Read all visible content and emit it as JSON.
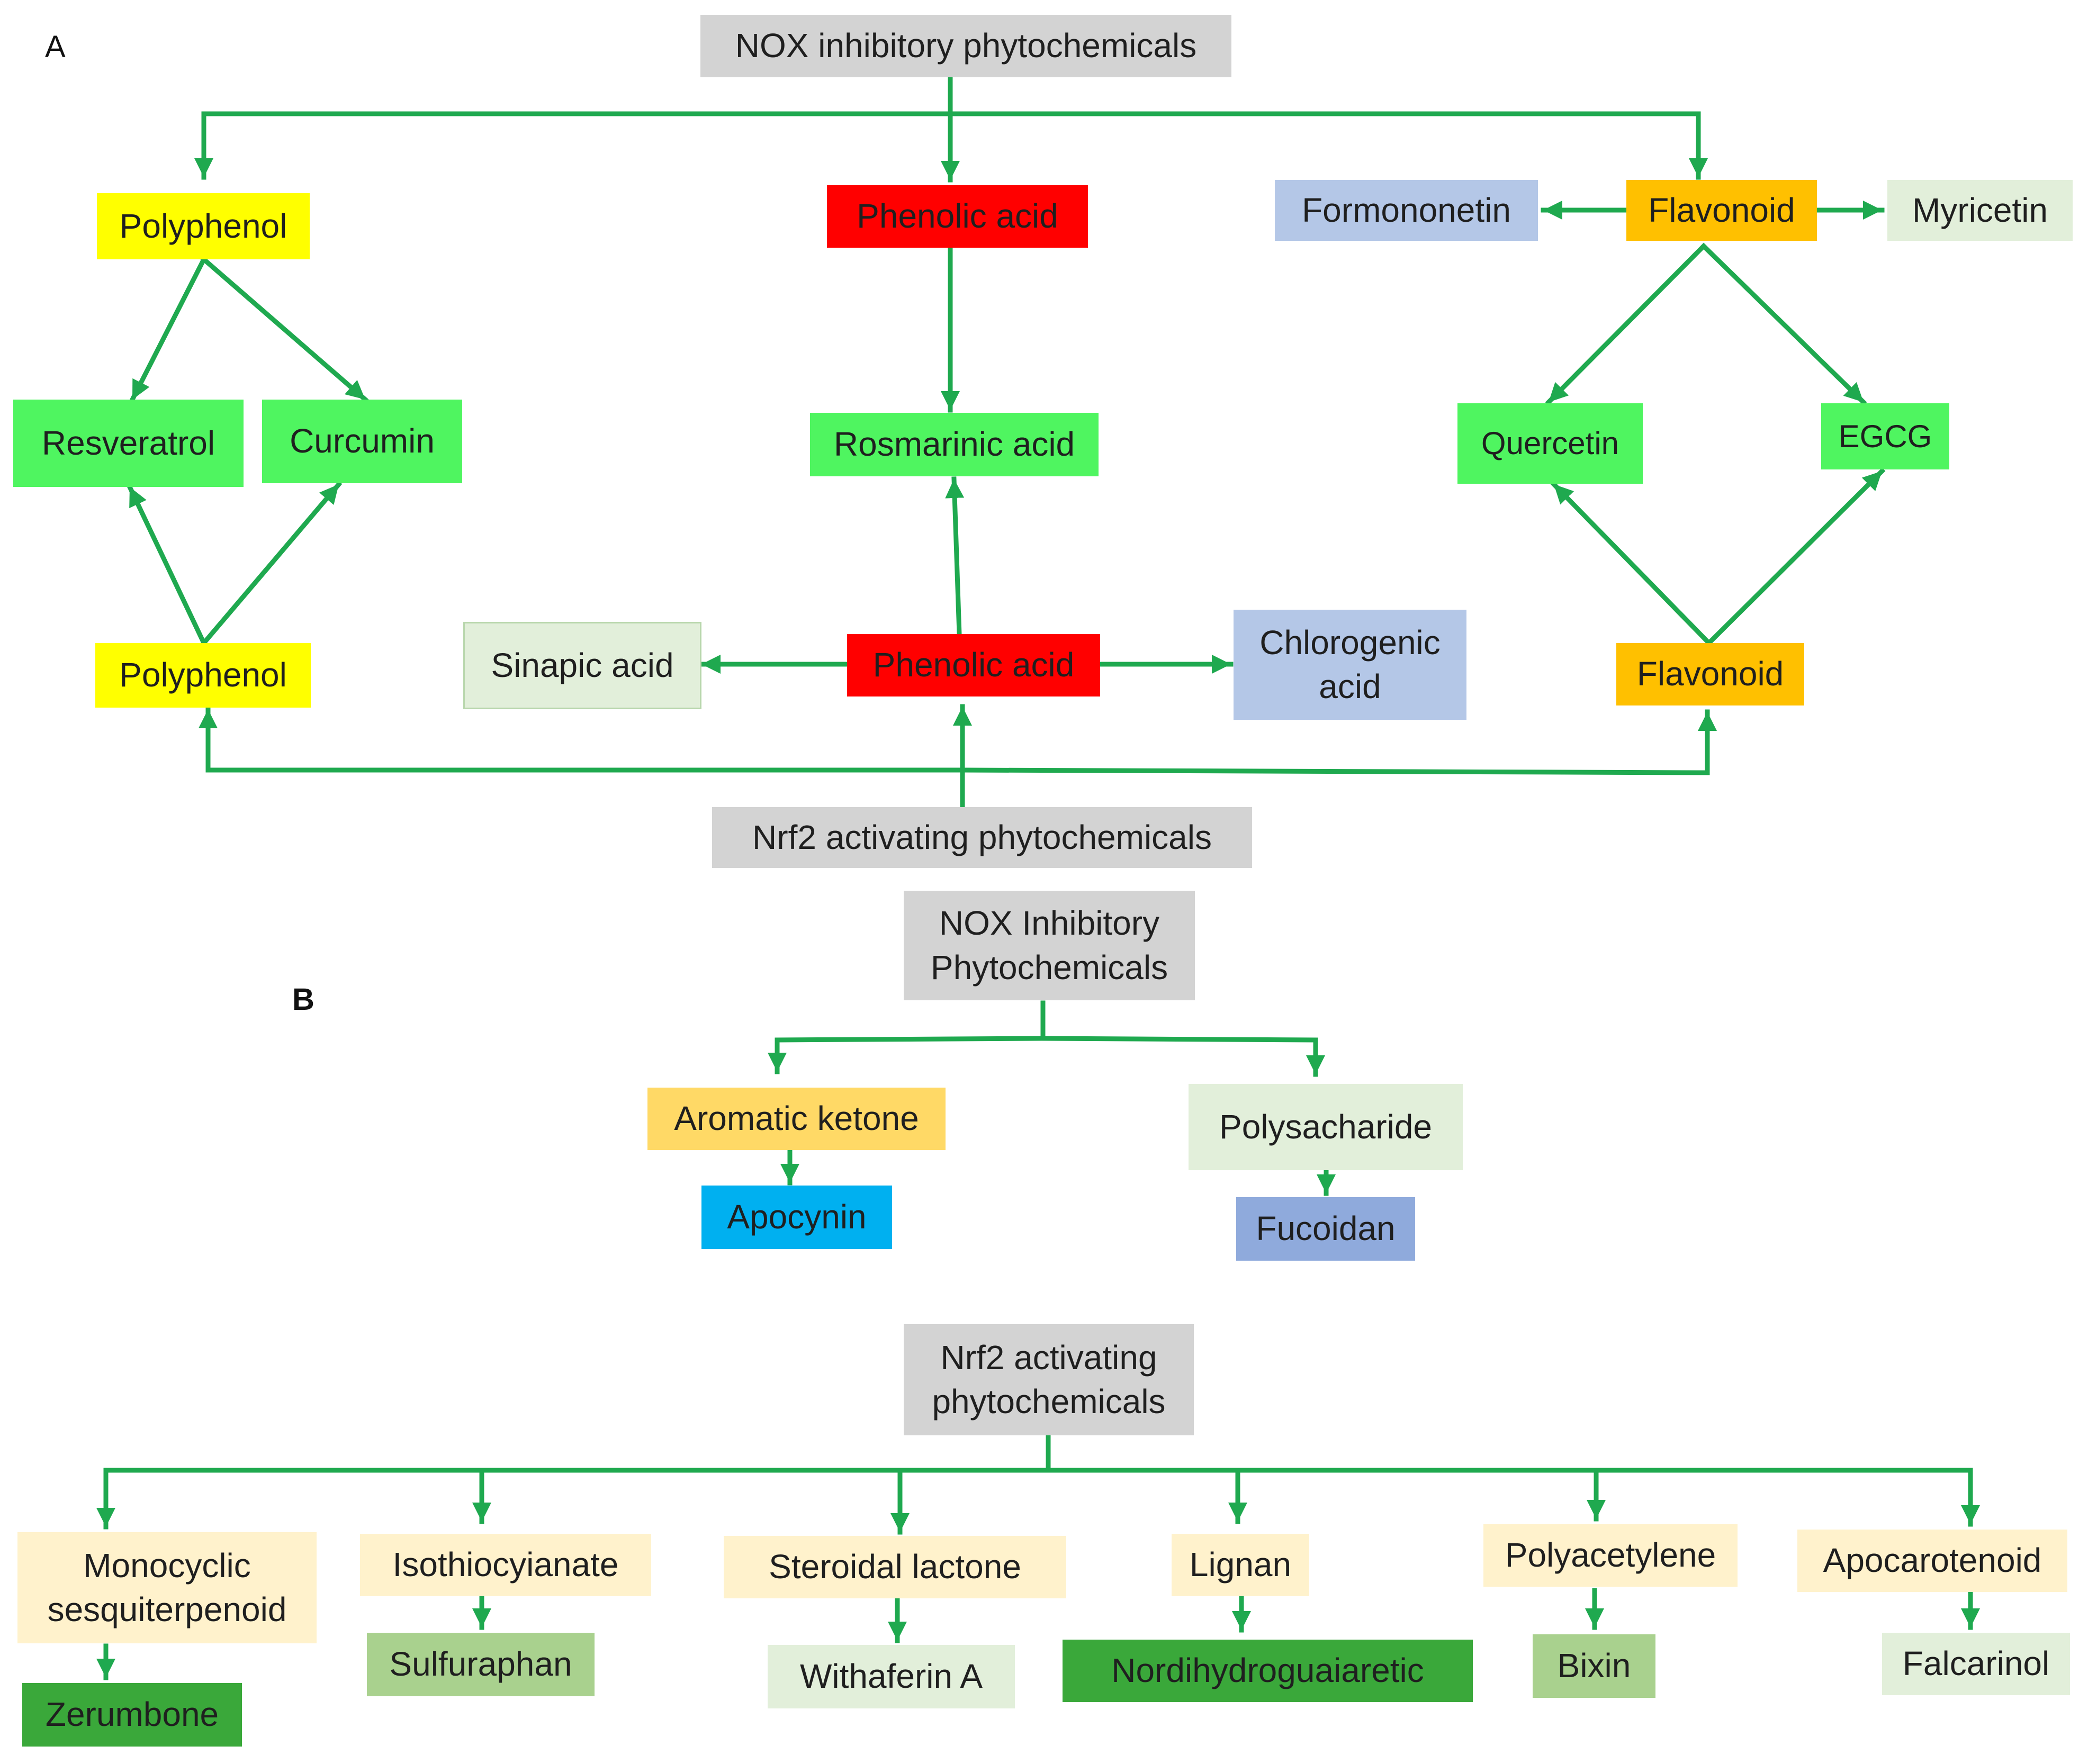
{
  "panel_labels": {
    "a": "A",
    "b": "B"
  },
  "colors": {
    "arrow": "#1fa94f",
    "gray": "#d3d3d3",
    "yellow": "#ffff00",
    "red": "#ff0000",
    "orange": "#ffc000",
    "bright_green": "#4ff560",
    "pale_green": "#e2efda",
    "light_blue": "#b4c7e7",
    "sky_blue": "#00b0f0",
    "steel_blue": "#8faadc",
    "light_orange": "#ffd966",
    "cream": "#fff2cc",
    "medium_green": "#a9d18e",
    "dark_green": "#3aa83a"
  },
  "panel_a": {
    "nox_title": "NOX inhibitory phytochemicals",
    "nrf2_title": "Nrf2 activating phytochemicals",
    "polyphenol_top": "Polyphenol",
    "phenolic_acid_top": "Phenolic acid",
    "formononetin": "Formononetin",
    "flavonoid_top": "Flavonoid",
    "myricetin": "Myricetin",
    "resveratrol": "Resveratrol",
    "curcumin": "Curcumin",
    "rosmarinic_acid": "Rosmarinic acid",
    "quercetin": "Quercetin",
    "egcg": "EGCG",
    "polyphenol_bottom": "Polyphenol",
    "sinapic_acid": "Sinapic acid",
    "phenolic_acid_bottom": "Phenolic acid",
    "chlorogenic_acid": [
      "Chlorogenic",
      "acid"
    ],
    "flavonoid_bottom": "Flavonoid"
  },
  "panel_b": {
    "nox_title": [
      "NOX Inhibitory",
      "Phytochemicals"
    ],
    "aromatic_ketone": "Aromatic ketone",
    "apocynin": "Apocynin",
    "polysacharide": "Polysacharide",
    "fucoidan": "Fucoidan",
    "nrf2_title": [
      "Nrf2 activating",
      "phytochemicals"
    ],
    "monocyclic": [
      "Monocyclic",
      "sesquiterpenoid"
    ],
    "zerumbone": "Zerumbone",
    "isothiocyianate": "Isothiocyianate",
    "sulfuraphan": "Sulfuraphan",
    "steroidal_lactone": "Steroidal lactone",
    "withaferin": "Withaferin A",
    "lignan": "Lignan",
    "nordihydroguaiaretic": "Nordihydroguaiaretic",
    "polyacetylene": "Polyacetylene",
    "bixin": "Bixin",
    "apocarotenoid": "Apocarotenoid",
    "falcarinol": "Falcarinol"
  }
}
